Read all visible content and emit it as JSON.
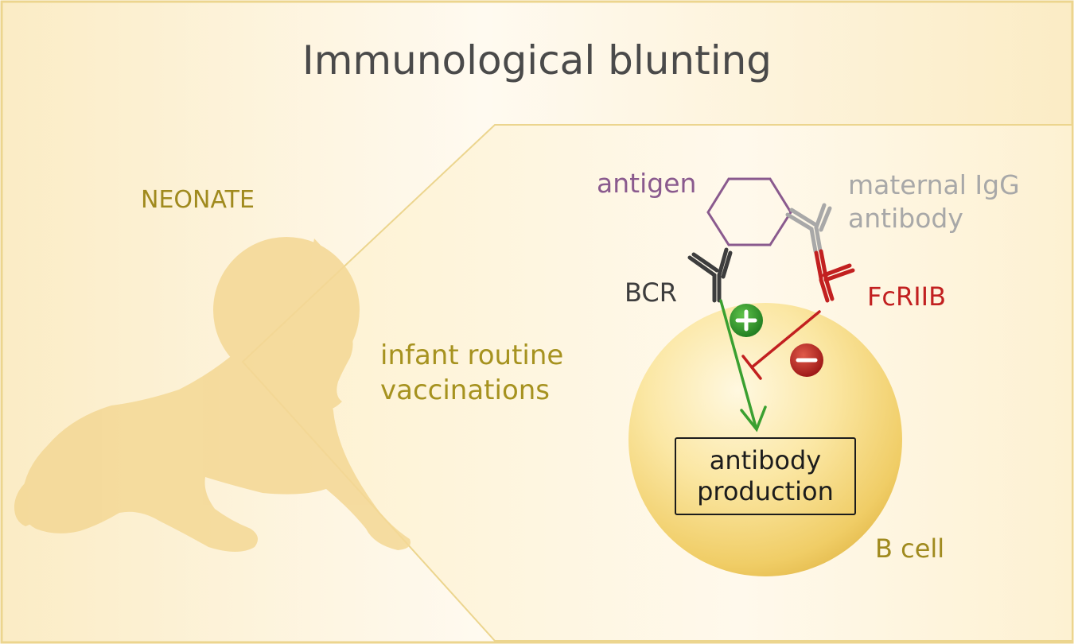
{
  "title": "Immunological blunting",
  "labels": {
    "neonate": "NEONATE",
    "vaccinations_line1": "infant routine",
    "vaccinations_line2": "vaccinations",
    "antigen": "antigen",
    "maternal_line1": "maternal IgG",
    "maternal_line2": "antibody",
    "bcr": "BCR",
    "fcriib": "FcRIIB",
    "production_line1": "antibody",
    "production_line2": "production",
    "bcell": "B cell"
  },
  "colors": {
    "background": "#fdf3d4",
    "silhouette": "#f4d896",
    "title": "#4a4a4a",
    "antigen": "#8a5a8e",
    "maternal_antibody": "#a8a8a8",
    "bcr": "#3d3d3d",
    "fcriib": "#c22020",
    "activation_arrow": "#3aa030",
    "inhibition_arrow": "#c22020",
    "b_cell": "#f2cf63"
  },
  "icons": {
    "activation": "plus-circle-icon",
    "inhibition": "minus-circle-icon"
  }
}
